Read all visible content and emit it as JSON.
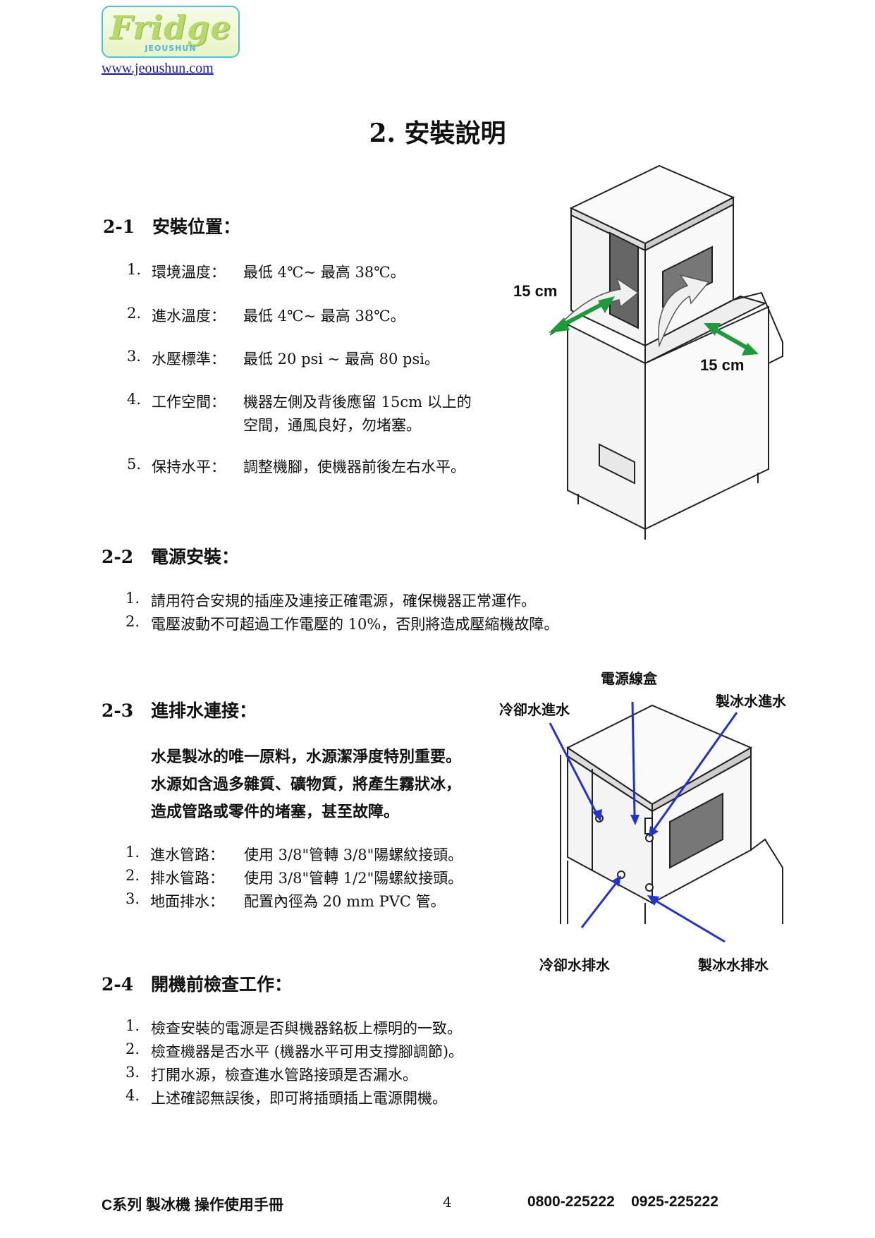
{
  "header": {
    "logo_text": "Fridge",
    "logo_sub": "JEOUSHUN",
    "website": "www.jeoushun.com"
  },
  "title": "2.  安裝說明",
  "sections": {
    "s1": {
      "number": "2-1",
      "heading": "安裝位置：",
      "items": [
        {
          "n": "1.",
          "label": "環境溫度：",
          "value": "最低 4℃~ 最高 38℃。"
        },
        {
          "n": "2.",
          "label": "進水溫度：",
          "value": "最低 4℃~ 最高 38℃。"
        },
        {
          "n": "3.",
          "label": "水壓標準：",
          "value": "最低 20 psi ~ 最高 80 psi。"
        },
        {
          "n": "4.",
          "label": "工作空間：",
          "value": "機器左側及背後應留 15cm 以上的",
          "value2": "空間，通風良好，勿堵塞。"
        },
        {
          "n": "5.",
          "label": "保持水平：",
          "value": "調整機腳，使機器前後左右水平。"
        }
      ],
      "diagram": {
        "clearance_left": "15 cm",
        "clearance_back": "15 cm",
        "arrow_color": "#1e9a3a"
      }
    },
    "s2": {
      "number": "2-2",
      "heading": "電源安裝：",
      "items": [
        {
          "n": "1.",
          "text": "請用符合安規的插座及連接正確電源，確保機器正常運作。"
        },
        {
          "n": "2.",
          "text": "電壓波動不可超過工作電壓的 10%，否則將造成壓縮機故障。"
        }
      ]
    },
    "s3": {
      "number": "2-3",
      "heading": "進排水連接：",
      "note": [
        "水是製冰的唯一原料，水源潔淨度特別重要。",
        "水源如含過多雜質、礦物質，將產生霧狀冰，",
        "造成管路或零件的堵塞，甚至故障。"
      ],
      "items": [
        {
          "n": "1.",
          "label": "進水管路：",
          "value": "使用 3/8\"管轉 3/8\"陽螺紋接頭。"
        },
        {
          "n": "2.",
          "label": "排水管路：",
          "value": "使用 3/8\"管轉 1/2\"陽螺紋接頭。"
        },
        {
          "n": "3.",
          "label": "地面排水：",
          "value": "配置內徑為 20 mm PVC 管。"
        }
      ],
      "diagram": {
        "power_box": "電源線盒",
        "cooling_in": "冷卻水進水",
        "ice_water_in": "製冰水進水",
        "cooling_out": "冷卻水排水",
        "ice_water_out": "製冰水排水",
        "arrow_color": "#2233cc"
      }
    },
    "s4": {
      "number": "2-4",
      "heading": "開機前檢查工作：",
      "items": [
        {
          "n": "1.",
          "text": "檢查安裝的電源是否與機器銘板上標明的一致。"
        },
        {
          "n": "2.",
          "text": "檢查機器是否水平 (機器水平可用支撐腳調節)。"
        },
        {
          "n": "3.",
          "text": "打開水源，檢查進水管路接頭是否漏水。"
        },
        {
          "n": "4.",
          "text": "上述確認無誤後，即可將插頭插上電源開機。"
        }
      ]
    }
  },
  "footer": {
    "left": "C系列 製冰機 操作使用手冊",
    "page": "4",
    "phones": "0800-225222    0925-225222"
  }
}
